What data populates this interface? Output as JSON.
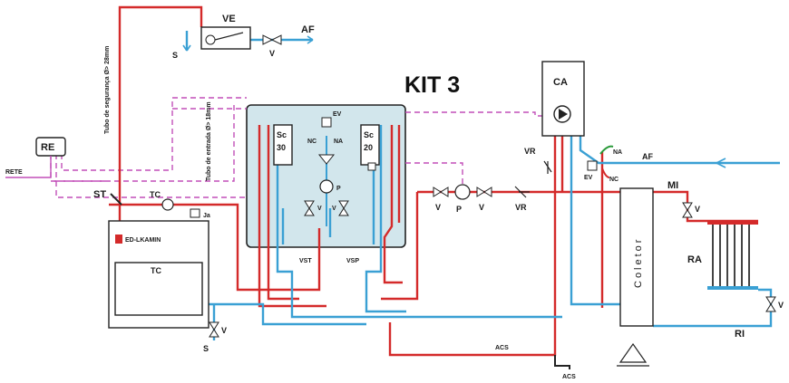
{
  "diagram": {
    "title": "KIT 3",
    "colors": {
      "hot": "#d42a2a",
      "cold": "#3aa0d4",
      "signal": "#c24fb8",
      "kit_fill": "#d2e6ec",
      "radiator_top": "#d42a2a",
      "radiator_bottom": "#3aa0d4"
    },
    "expansion_vessel": {
      "label": "VE",
      "af_label": "AF",
      "s_label": "S",
      "v_label": "V"
    },
    "pipe_notes": {
      "safety_pipe": "Tubo de segurança Ø> 28mm",
      "inlet_pipe": "Tubo de entrada Ø> 18mm"
    },
    "controller": {
      "label": "RE",
      "rete_label": "RETE"
    },
    "stove": {
      "brand": "ED-LKAMIN",
      "label": "TC",
      "st_label": "ST",
      "tc_probe_label": "TC",
      "ja_label": "Ja"
    },
    "drain": {
      "v_label": "V",
      "s_label": "S"
    },
    "kit": {
      "sc_left": {
        "line1": "Sc",
        "line2": "30"
      },
      "sc_right": {
        "line1": "Sc",
        "line2": "20"
      },
      "ev_label": "EV",
      "nc_label": "NC",
      "na_label": "NA",
      "p_label": "P",
      "v_left_label": "V",
      "v_right_label": "V",
      "vst_label": "VST",
      "vsp_label": "VSP"
    },
    "pump_line": {
      "v1_label": "V",
      "p_label": "P",
      "v2_label": "V",
      "vr_label": "VR"
    },
    "boiler": {
      "label": "CA",
      "vr_label": "VR",
      "na_label": "NA",
      "nc_label": "NC",
      "ev_label": "EV",
      "af_label": "AF"
    },
    "collector": {
      "label": "Coletor"
    },
    "radiator": {
      "label": "RA",
      "mi_label": "MI",
      "ri_label": "RI",
      "v_top_label": "V",
      "v_bottom_label": "V"
    },
    "acs": {
      "line_label": "ACS",
      "tap_label": "ACS"
    }
  }
}
